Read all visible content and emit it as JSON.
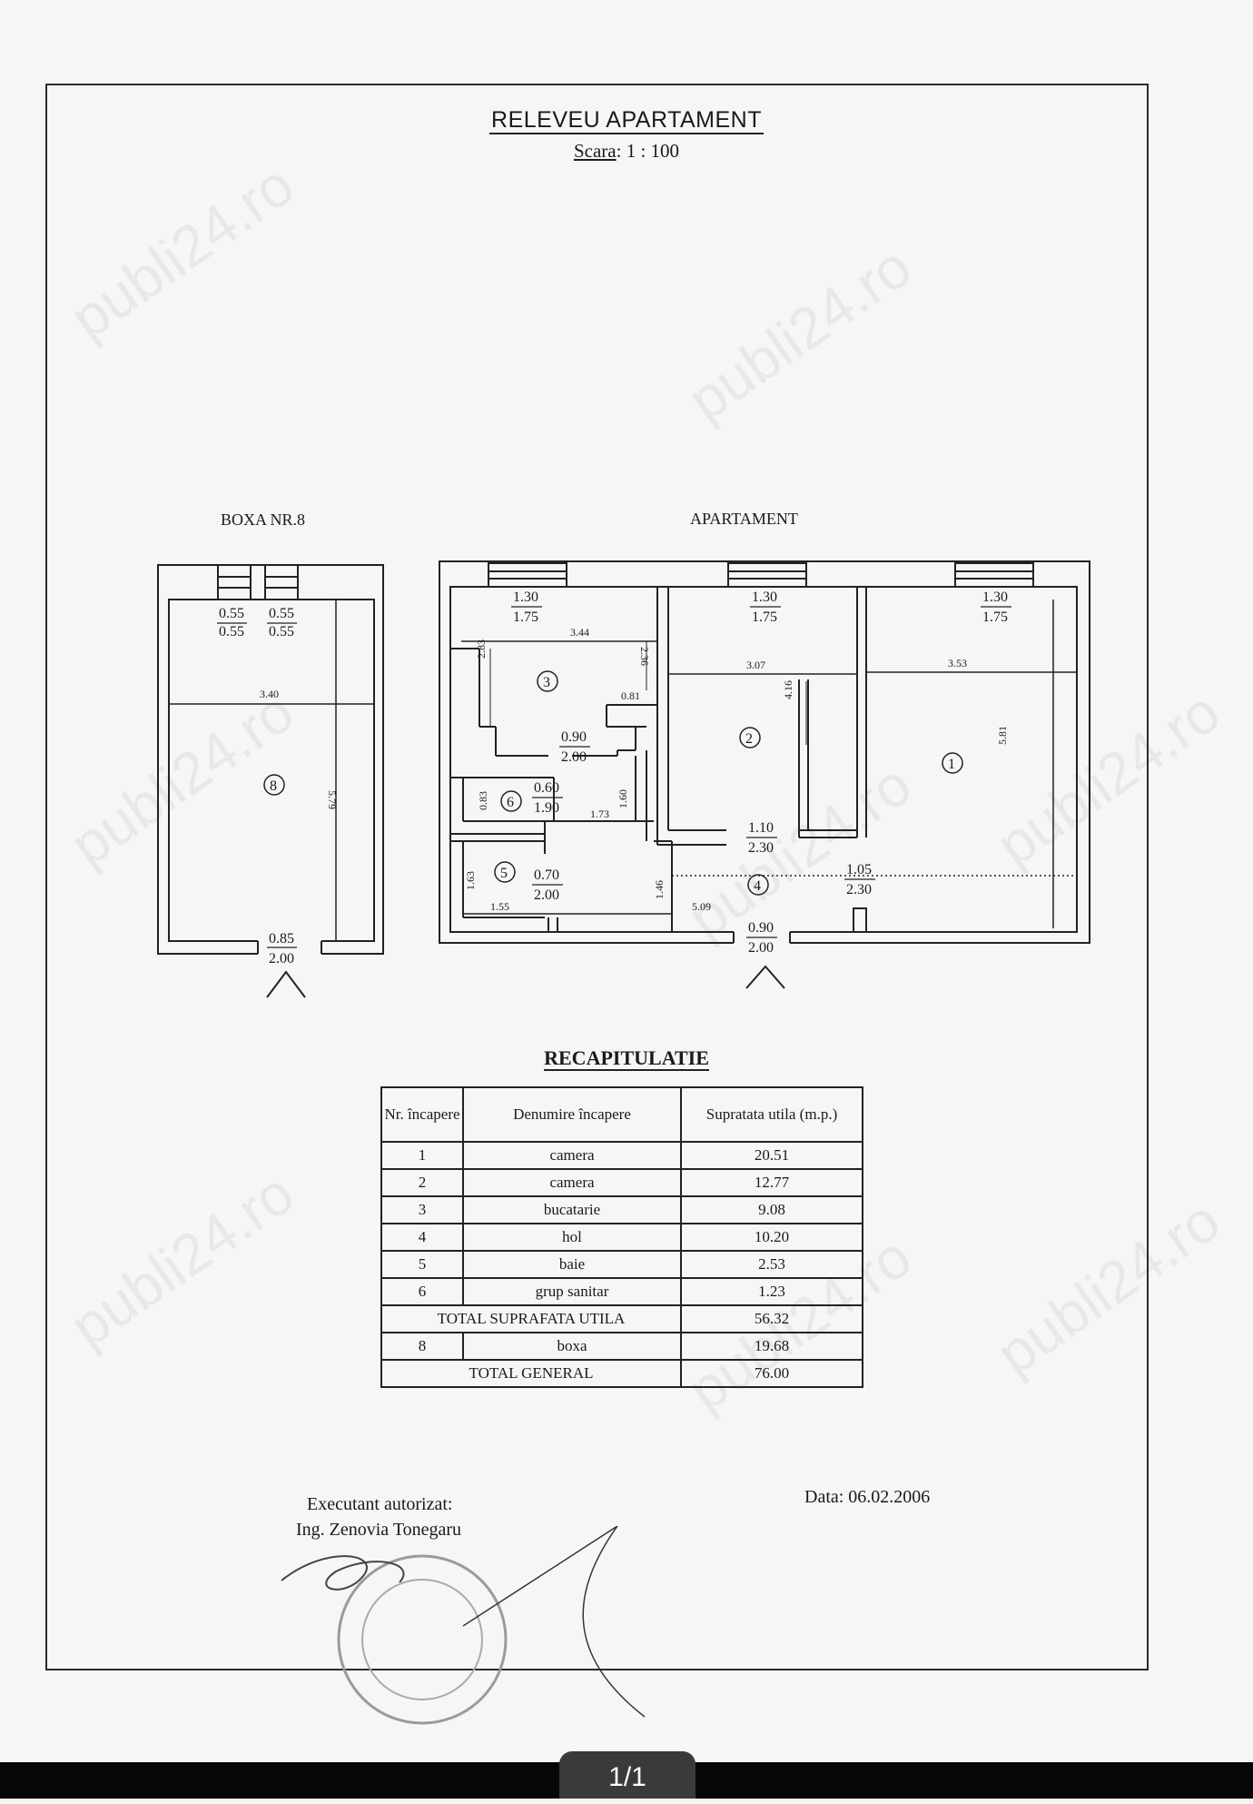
{
  "watermark": "publi24.ro",
  "document": {
    "title": "RELEVEU APARTAMENT",
    "scale_label": "Scara",
    "scale_value": ": 1 : 100"
  },
  "plan": {
    "boxa_caption": "BOXA NR.8",
    "apartment_caption": "APARTAMENT",
    "boxa": {
      "room_number": "8",
      "window1_top": "0.55",
      "window1_bottom": "0.55",
      "window2_top": "0.55",
      "window2_bottom": "0.55",
      "width": "3.40",
      "length": "5.79",
      "door_top": "0.85",
      "door_bottom": "2.00"
    },
    "apartment": {
      "room1": {
        "number": "1",
        "window_top": "1.30",
        "window_bottom": "1.75",
        "width": "3.53",
        "length": "5.81"
      },
      "room2": {
        "number": "2",
        "window_top": "1.30",
        "window_bottom": "1.75",
        "width": "3.07",
        "length": "4.16",
        "door_top": "1.10",
        "door_bottom": "2.30"
      },
      "room3": {
        "number": "3",
        "window_top": "1.30",
        "window_bottom": "1.75",
        "width": "3.44",
        "h_left": "2.83",
        "h_right": "2.36",
        "small": "0.81",
        "door_top": "0.90",
        "door_bottom": "2.00"
      },
      "room4": {
        "number": "4",
        "length": "5.09",
        "height": "1.46",
        "door_top": "1.05",
        "door_bottom": "2.30"
      },
      "room5": {
        "number": "5",
        "height": "1.63",
        "width": "1.55",
        "door_top": "0.70",
        "door_bottom": "2.00"
      },
      "room6": {
        "number": "6",
        "height": "0.83",
        "width": "1.73",
        "side": "1.60",
        "door_top": "0.60",
        "door_bottom": "1.90"
      },
      "entry_door_top": "0.90",
      "entry_door_bottom": "2.00"
    }
  },
  "recap": {
    "title": "RECAPITULATIE",
    "headers": [
      "Nr. încapere",
      "Denumire încapere",
      "Supratata utila (m.p.)"
    ],
    "rows": [
      [
        "1",
        "camera",
        "20.51"
      ],
      [
        "2",
        "camera",
        "12.77"
      ],
      [
        "3",
        "bucatarie",
        "9.08"
      ],
      [
        "4",
        "hol",
        "10.20"
      ],
      [
        "5",
        "baie",
        "2.53"
      ],
      [
        "6",
        "grup sanitar",
        "1.23"
      ]
    ],
    "total_useful_label": "TOTAL SUPRAFATA UTILA",
    "total_useful_value": "56.32",
    "boxa_row": [
      "8",
      "boxa",
      "19.68"
    ],
    "total_general_label": "TOTAL GENERAL",
    "total_general_value": "76.00"
  },
  "signature": {
    "executant": "Executant autorizat:",
    "engineer": "Ing. Zenovia Tonegaru",
    "date": "Data: 06.02.2006"
  },
  "pager": "1/1"
}
